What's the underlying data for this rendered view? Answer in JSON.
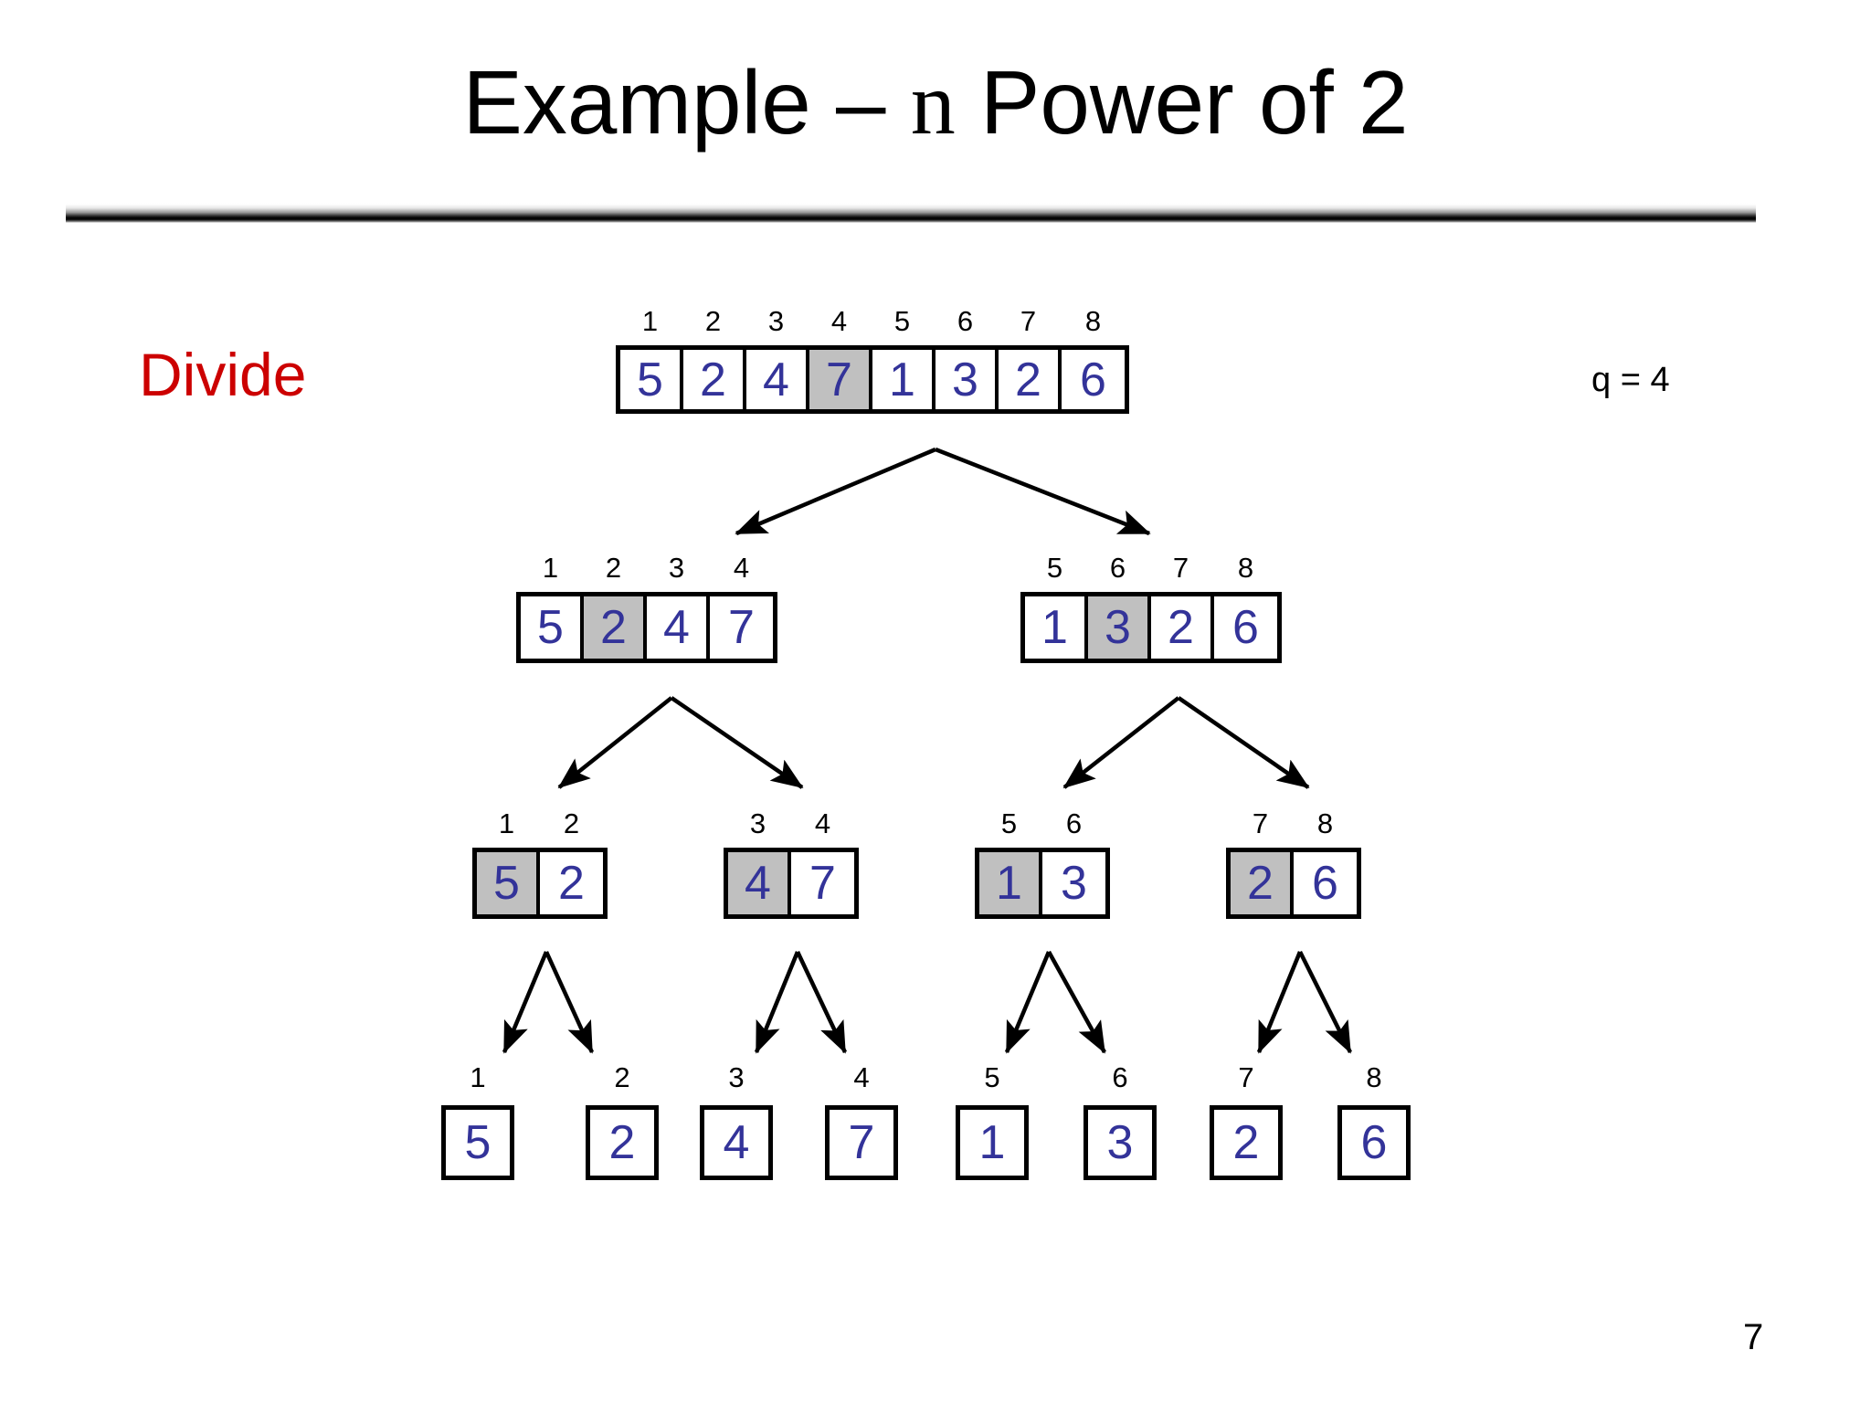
{
  "slide": {
    "title_prefix": "Example – ",
    "title_variable": "n",
    "title_suffix": " Power of 2",
    "page_number": "7",
    "divide_label": "Divide",
    "q_label": "q = 4",
    "accent_red": "#cc0000",
    "digit_blue": "#333399",
    "highlight_gray": "#c0c0c0",
    "rule_color": "#000000"
  },
  "levels": [
    {
      "name": "level-1",
      "arrays": [
        {
          "id": "root-array",
          "indices": [
            "1",
            "2",
            "3",
            "4",
            "5",
            "6",
            "7",
            "8"
          ],
          "values": [
            "5",
            "2",
            "4",
            "7",
            "1",
            "3",
            "2",
            "6"
          ],
          "highlighted": [
            3
          ]
        }
      ]
    },
    {
      "name": "level-2",
      "arrays": [
        {
          "id": "left-half",
          "indices": [
            "1",
            "2",
            "3",
            "4"
          ],
          "values": [
            "5",
            "2",
            "4",
            "7"
          ],
          "highlighted": [
            1
          ]
        },
        {
          "id": "right-half",
          "indices": [
            "5",
            "6",
            "7",
            "8"
          ],
          "values": [
            "1",
            "3",
            "2",
            "6"
          ],
          "highlighted": [
            1
          ]
        }
      ]
    },
    {
      "name": "level-3",
      "arrays": [
        {
          "id": "pair-1",
          "indices": [
            "1",
            "2"
          ],
          "values": [
            "5",
            "2"
          ],
          "highlighted": [
            0
          ]
        },
        {
          "id": "pair-2",
          "indices": [
            "3",
            "4"
          ],
          "values": [
            "4",
            "7"
          ],
          "highlighted": [
            0
          ]
        },
        {
          "id": "pair-3",
          "indices": [
            "5",
            "6"
          ],
          "values": [
            "1",
            "3"
          ],
          "highlighted": [
            0
          ]
        },
        {
          "id": "pair-4",
          "indices": [
            "7",
            "8"
          ],
          "values": [
            "2",
            "6"
          ],
          "highlighted": [
            0
          ]
        }
      ]
    },
    {
      "name": "level-4",
      "leaves": {
        "indices": [
          "1",
          "2",
          "3",
          "4",
          "5",
          "6",
          "7",
          "8"
        ],
        "values": [
          "5",
          "2",
          "4",
          "7",
          "1",
          "3",
          "2",
          "6"
        ],
        "highlighted": []
      }
    }
  ]
}
